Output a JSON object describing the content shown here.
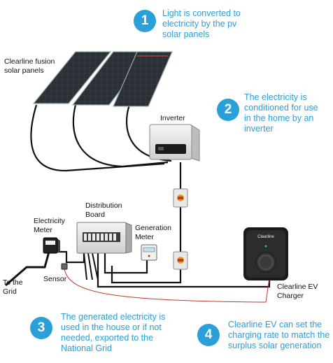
{
  "steps": [
    {
      "number": "1",
      "text": "Light is converted to electricity by the pv solar panels"
    },
    {
      "number": "2",
      "text": "The electricity is conditioned for use in the home by an inverter"
    },
    {
      "number": "3",
      "text": "The generated electricity is used in the house or if not needed, exported to the National Grid"
    },
    {
      "number": "4",
      "text": "Clearline EV can set the charging rate to match the surplus solar generation"
    }
  ],
  "labels": {
    "solar_panels": "Clearline fusion solar panels",
    "inverter": "Inverter",
    "distribution_board": "Distribution Board",
    "electricity_meter": "Electricity Meter",
    "generation_meter": "Generation Meter",
    "sensor": "Sensor",
    "grid": "To the Grid",
    "ev_charger": "Clearline EV Charger",
    "charger_brand": "Clearline"
  },
  "colors": {
    "accent": "#2a9fd8",
    "sensor_wire": "#c0392b",
    "isolator": "#e0a020"
  }
}
